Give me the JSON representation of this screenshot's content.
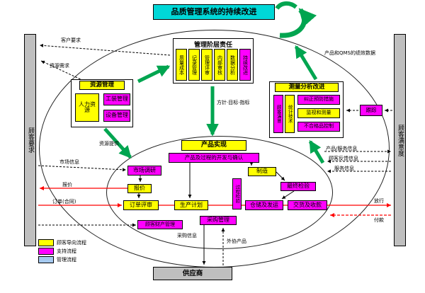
{
  "colors": {
    "yellow": "#FFFF00",
    "magenta": "#FF00FF",
    "cyan": "#00D7D7",
    "blue": "#A6CAF0",
    "green": "#00A550",
    "red": "#FF0000",
    "gray": "#BFBFBF"
  },
  "title": "品质管理系统的持续改进",
  "customer_left": {
    "label": "顾客要求"
  },
  "customer_right": {
    "label": "顾客满意度"
  },
  "management": {
    "title": "管理阶层责任",
    "items": [
      "质量成本",
      "记录管理",
      "管理评审",
      "内部审核",
      "数据分析",
      "持续改进"
    ]
  },
  "resources": {
    "title": "资源管理",
    "items": [
      "人力资源",
      "工装管理",
      "设备管理"
    ]
  },
  "measurement": {
    "title": "测量分析改进",
    "vertical": [
      "顾客满意",
      "统计技术"
    ],
    "rows": [
      "纠正预防措施",
      "监视和测量",
      "不合格品控制"
    ],
    "side": "跟踪"
  },
  "realization": {
    "title": "产品实现",
    "dev": "产品及过程的开发与确认",
    "market": "市场调研",
    "quote": "报价",
    "order_review": "订单评审",
    "plan": "生产计划",
    "purchasing": "采购管理",
    "manufacture": "制造",
    "process_inspect": "过程检验",
    "final_inspect": "最终检验",
    "warehouse": "仓储及发运",
    "delivery": "交货及收款",
    "customer_property": "顾客财产管理"
  },
  "supplier": {
    "label": "供应商"
  },
  "legend": {
    "items": [
      "顾客导向流程",
      "支持流程",
      "管理流程"
    ]
  },
  "labels": {
    "customer_req": "客户要求",
    "resource_need": "资源需求",
    "resource_supply": "资源提供",
    "policy": "方针·目标·指标",
    "performance": "产品和QMS的绩效数据",
    "market_info": "市场信息",
    "quote": "报价",
    "order": "订单(合同)",
    "release": "放行",
    "payment": "付款",
    "purchase_info": "采购信息",
    "outsourced": "外协产品",
    "product_service": "产品/服务信息",
    "feedback": "顾客反馈信息",
    "service": "服务信息"
  }
}
